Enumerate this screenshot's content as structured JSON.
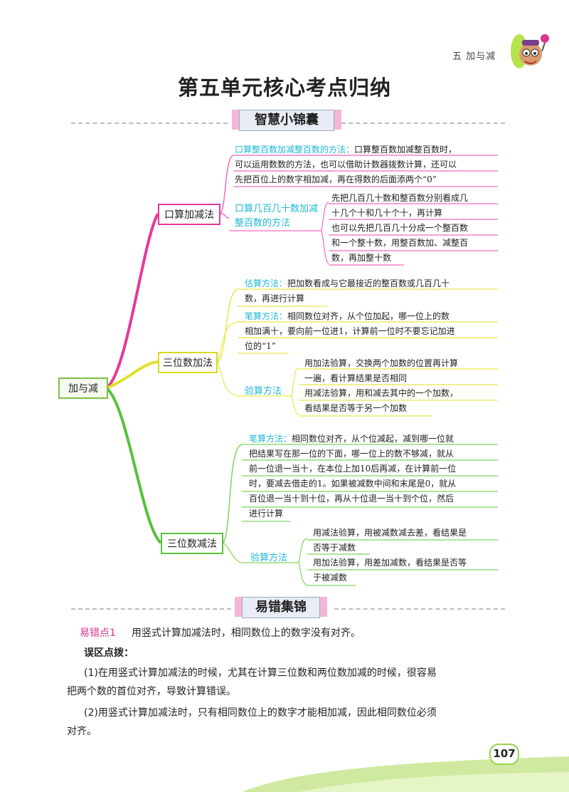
{
  "header": {
    "chapter": "五  加与减"
  },
  "title": "第五单元核心考点归纳",
  "sections": {
    "tips": "智慧小锦囊",
    "mistakes": "易错集锦"
  },
  "mindmap": {
    "root": "加与减",
    "branches": [
      {
        "label": "口算加减法",
        "items": [
          {
            "head": "口算整百数加减整百数的方法：",
            "lines": [
              "口算整百数加减整百数时，",
              "可以运用数数的方法，也可以借助计数器拨数计算，还可以",
              "先把百位上的数字相加减，再在得数的后面添两个“0”"
            ]
          },
          {
            "head": "口算几百几十数加减整百数的方法",
            "subs": [
              "先把几百几十数和整百数分别看成几",
              "十几个十和几十个十，再计算",
              "也可以先把几百几十分成一个整百数",
              "和一个整十数，用整百数加、减整百",
              "数，再加整十数"
            ]
          }
        ]
      },
      {
        "label": "三位数加法",
        "items": [
          {
            "head": "估算方法：",
            "lines": [
              "把加数看成与它最接近的整百数或几百几十",
              "数，再进行计算"
            ]
          },
          {
            "head": "笔算方法：",
            "lines": [
              "相同数位对齐，从个位加起，哪一位上的数",
              "相加满十，要向前一位进1，计算前一位时不要忘记加进",
              "位的“1”"
            ]
          },
          {
            "head": "验算方法",
            "subs": [
              "用加法验算，交换两个加数的位置再计算",
              "一遍，看计算结果是否相同",
              "用减法验算，用和减去其中的一个加数，",
              "看结果是否等于另一个加数"
            ]
          }
        ]
      },
      {
        "label": "三位数减法",
        "items": [
          {
            "head": "笔算方法：",
            "lines": [
              "相同数位对齐，从个位减起，减到哪一位就",
              "把结果写在那一位的下面，哪一位上的数不够减，就从",
              "前一位退一当十，在本位上加10后再减，在计算前一位",
              "时，要减去借走的1。如果被减数中间和末尾是0，就从",
              "百位退一当十到十位，再从十位退一当十到个位，然后",
              "进行计算"
            ]
          },
          {
            "head": "验算方法",
            "subs": [
              "用减法验算，用被减数减去差，看结果是",
              "否等于减数",
              "用加法验算，用差加减数，看结果是否等",
              "于被减数"
            ]
          }
        ]
      }
    ]
  },
  "mistake1": {
    "tag": "易错点1",
    "text": "用竖式计算加减法时，相同数位上的数字没有对齐。"
  },
  "analysis": {
    "head": "误区点拨：",
    "p1a": "(1)在用竖式计算加减法的时候，尤其在计算三位数和两位数加减的时候，很容易",
    "p1b": "把两个数的首位对齐，导致计算错误。",
    "p2a": "(2)用竖式计算加减法时，只有相同数位上的数字才能相加减，因此相同数位必须",
    "p2b": "对齐。"
  },
  "page_number": "107",
  "colors": {
    "magenta": "#e6389a",
    "yellow": "#e8e82a",
    "green": "#56c23a",
    "cyan": "#1fb8d8",
    "lineMagenta": "#f06ac0",
    "lineYellow": "#e6e84a",
    "lineGreen": "#7fd45a"
  }
}
